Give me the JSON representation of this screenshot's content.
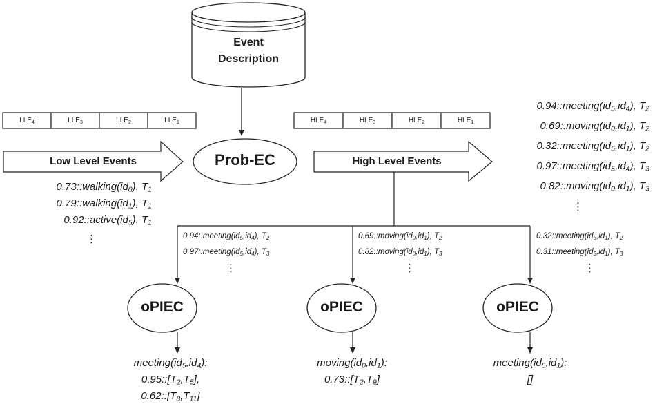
{
  "database": {
    "line1": "Event",
    "line2": "Description"
  },
  "input_stream": {
    "segments": [
      {
        "base": "LLE",
        "sub": "4"
      },
      {
        "base": "LLE",
        "sub": "3"
      },
      {
        "base": "LLE",
        "sub": "2"
      },
      {
        "base": "LLE",
        "sub": "1"
      }
    ],
    "arrow_label": "Low Level Events",
    "events": [
      {
        "prob": "0.73",
        "pred": "walking",
        "args": [
          {
            "b": "id",
            "s": "0"
          }
        ],
        "time": {
          "b": "T",
          "s": "1"
        }
      },
      {
        "prob": "0.79",
        "pred": "walking",
        "args": [
          {
            "b": "id",
            "s": "1"
          }
        ],
        "time": {
          "b": "T",
          "s": "1"
        }
      },
      {
        "prob": "0.92",
        "pred": "active",
        "args": [
          {
            "b": "id",
            "s": "5"
          }
        ],
        "time": {
          "b": "T",
          "s": "1"
        }
      }
    ]
  },
  "engine": {
    "label": "Prob-EC"
  },
  "output_stream": {
    "segments": [
      {
        "base": "HLE",
        "sub": "4"
      },
      {
        "base": "HLE",
        "sub": "3"
      },
      {
        "base": "HLE",
        "sub": "2"
      },
      {
        "base": "HLE",
        "sub": "1"
      }
    ],
    "arrow_label": "High Level Events",
    "events": [
      {
        "prob": "0.94",
        "pred": "meeting",
        "args": [
          {
            "b": "id",
            "s": "5"
          },
          {
            "b": "id",
            "s": "4"
          }
        ],
        "time": {
          "b": "T",
          "s": "2"
        }
      },
      {
        "prob": "0.69",
        "pred": "moving",
        "args": [
          {
            "b": "id",
            "s": "0"
          },
          {
            "b": "id",
            "s": "1"
          }
        ],
        "time": {
          "b": "T",
          "s": "2"
        }
      },
      {
        "prob": "0.32",
        "pred": "meeting",
        "args": [
          {
            "b": "id",
            "s": "5"
          },
          {
            "b": "id",
            "s": "1"
          }
        ],
        "time": {
          "b": "T",
          "s": "2"
        }
      },
      {
        "prob": "0.97",
        "pred": "meeting",
        "args": [
          {
            "b": "id",
            "s": "5"
          },
          {
            "b": "id",
            "s": "4"
          }
        ],
        "time": {
          "b": "T",
          "s": "3"
        }
      },
      {
        "prob": "0.82",
        "pred": "moving",
        "args": [
          {
            "b": "id",
            "s": "0"
          },
          {
            "b": "id",
            "s": "1"
          }
        ],
        "time": {
          "b": "T",
          "s": "3"
        }
      }
    ]
  },
  "ellipsis": "⋮",
  "branches": [
    {
      "input_events": [
        {
          "prob": "0.94",
          "pred": "meeting",
          "args": [
            {
              "b": "id",
              "s": "5"
            },
            {
              "b": "id",
              "s": "4"
            }
          ],
          "time": {
            "b": "T",
            "s": "2"
          }
        },
        {
          "prob": "0.97",
          "pred": "meeting",
          "args": [
            {
              "b": "id",
              "s": "5"
            },
            {
              "b": "id",
              "s": "4"
            }
          ],
          "time": {
            "b": "T",
            "s": "3"
          }
        }
      ],
      "node_label": "oPIEC",
      "result_head": {
        "pred": "meeting",
        "args": [
          {
            "b": "id",
            "s": "5"
          },
          {
            "b": "id",
            "s": "4"
          }
        ]
      },
      "result_lines": [
        {
          "prob": "0.95",
          "from": {
            "b": "T",
            "s": "2"
          },
          "to": {
            "b": "T",
            "s": "5"
          },
          "trail": ","
        },
        {
          "prob": "0.62",
          "from": {
            "b": "T",
            "s": "8"
          },
          "to": {
            "b": "T",
            "s": "11"
          },
          "trail": ""
        }
      ]
    },
    {
      "input_events": [
        {
          "prob": "0.69",
          "pred": "moving",
          "args": [
            {
              "b": "id",
              "s": "0"
            },
            {
              "b": "id",
              "s": "1"
            }
          ],
          "time": {
            "b": "T",
            "s": "2"
          }
        },
        {
          "prob": "0.82",
          "pred": "moving",
          "args": [
            {
              "b": "id",
              "s": "0"
            },
            {
              "b": "id",
              "s": "1"
            }
          ],
          "time": {
            "b": "T",
            "s": "3"
          }
        }
      ],
      "node_label": "oPIEC",
      "result_head": {
        "pred": "moving",
        "args": [
          {
            "b": "id",
            "s": "0"
          },
          {
            "b": "id",
            "s": "1"
          }
        ]
      },
      "result_lines": [
        {
          "prob": "0.73",
          "from": {
            "b": "T",
            "s": "2"
          },
          "to": {
            "b": "T",
            "s": "9"
          },
          "trail": ""
        }
      ]
    },
    {
      "input_events": [
        {
          "prob": "0.32",
          "pred": "meeting",
          "args": [
            {
              "b": "id",
              "s": "5"
            },
            {
              "b": "id",
              "s": "1"
            }
          ],
          "time": {
            "b": "T",
            "s": "2"
          }
        },
        {
          "prob": "0.31",
          "pred": "meeting",
          "args": [
            {
              "b": "id",
              "s": "5"
            },
            {
              "b": "id",
              "s": "1"
            }
          ],
          "time": {
            "b": "T",
            "s": "3"
          }
        }
      ],
      "node_label": "oPIEC",
      "result_head": {
        "pred": "meeting",
        "args": [
          {
            "b": "id",
            "s": "5"
          },
          {
            "b": "id",
            "s": "1"
          }
        ]
      },
      "result_empty": "[]"
    }
  ]
}
